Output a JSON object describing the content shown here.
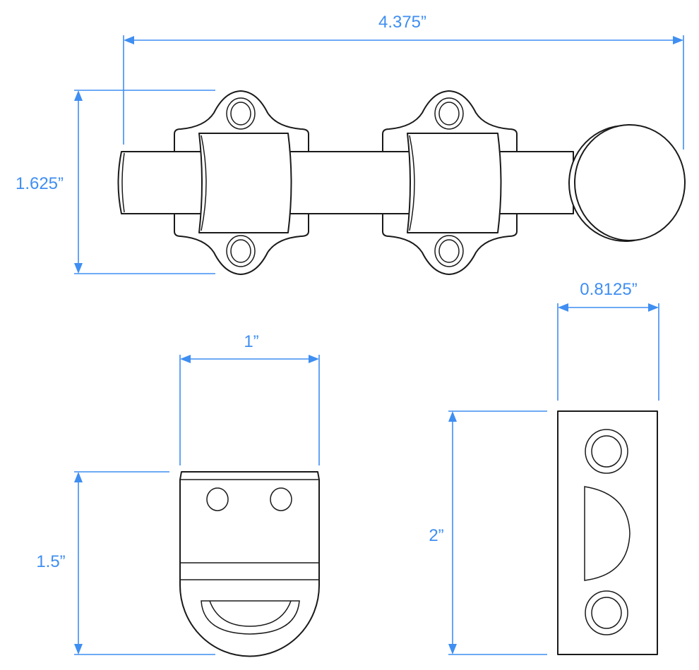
{
  "dimensions": {
    "overall_length": "4.375”",
    "overall_height": "1.625”",
    "keeper_width": "1”",
    "keeper_height": "1.5”",
    "strike_width": "0.8125”",
    "strike_height": "2”"
  },
  "colors": {
    "dimension": "#3f8ef2",
    "outline": "#1a1a1a"
  }
}
